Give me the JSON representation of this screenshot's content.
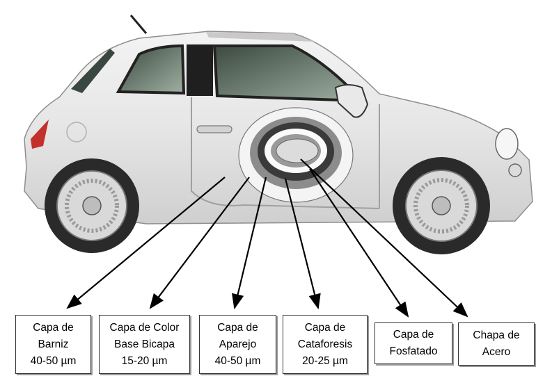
{
  "diagram": {
    "accent_colors": {
      "outer_ring": "#f4f4f4",
      "dark_ring": "#3a3a3a",
      "mid_ring": "#8c8c8c",
      "car_body": "#e2e2e2",
      "arrow": "#000000"
    },
    "labels": [
      {
        "lines": [
          "Capa de",
          "Barniz",
          "40-50 µm"
        ]
      },
      {
        "lines": [
          "Capa de Color",
          "Base Bicapa",
          "15-20 µm"
        ]
      },
      {
        "lines": [
          "Capa de",
          "Aparejo",
          "40-50 µm"
        ]
      },
      {
        "lines": [
          "Capa de",
          "Cataforesis",
          "20-25 µm"
        ]
      },
      {
        "lines": [
          "Capa de",
          "Fosfatado"
        ]
      },
      {
        "lines": [
          "Chapa de",
          "Acero"
        ]
      }
    ]
  }
}
